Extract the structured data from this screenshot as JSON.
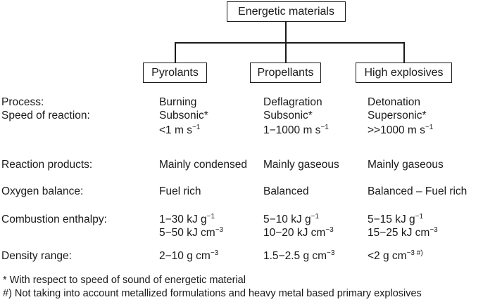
{
  "root": "Energetic materials",
  "categories": [
    "Pyrolants",
    "Propellants",
    "High explosives"
  ],
  "rows": [
    {
      "label": "Process:",
      "values": [
        "Burning",
        "Deflagration",
        "Detonation"
      ]
    },
    {
      "label": "Speed of reaction:",
      "values": [
        "Subsonic*",
        "Subsonic*",
        "Supersonic*"
      ]
    },
    {
      "label": "",
      "values": [
        "<1 m s",
        "1−1000 m s",
        ">>1000 m s"
      ],
      "sup": [
        "−1",
        "−1",
        "−1"
      ]
    },
    {
      "label": "Reaction products:",
      "values": [
        "Mainly condensed",
        "Mainly gaseous",
        "Mainly gaseous"
      ]
    },
    {
      "label": "Oxygen balance:",
      "values": [
        "Fuel rich",
        "Balanced",
        "Balanced – Fuel rich"
      ]
    },
    {
      "label": "Combustion enthalpy:",
      "values": [
        "1−30 kJ g",
        "5−10 kJ g",
        "5−15 kJ g"
      ],
      "sup": [
        "−1",
        "−1",
        "−1"
      ]
    },
    {
      "label": "",
      "values": [
        "5−50 kJ cm",
        "10−20 kJ cm",
        "15−25 kJ cm"
      ],
      "sup": [
        "−3",
        "−3",
        "−3"
      ]
    },
    {
      "label": "Density range:",
      "values": [
        "2−10 g cm",
        "1.5−2.5 g cm",
        "<2 g cm"
      ],
      "sup": [
        "−3",
        "−3",
        "−3 #)"
      ]
    }
  ],
  "footnotes": [
    "* With respect to speed of sound of energetic material",
    "#) Not taking into account metallized formulations and heavy metal based primary explosives"
  ]
}
